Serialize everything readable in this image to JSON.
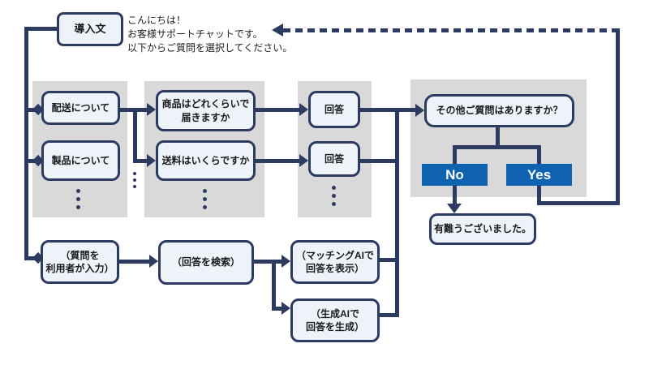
{
  "intro": {
    "box": "導入文",
    "message": "こんにちは！\nお客様サポートチャットです。\n以下からご質問を選択してください。"
  },
  "category_column": {
    "items": [
      {
        "label": "配送について"
      },
      {
        "label": "製品について"
      }
    ]
  },
  "question_column": {
    "items": [
      {
        "label": "商品はどれくらいで\n届きますか"
      },
      {
        "label": "送料はいくらですか"
      }
    ]
  },
  "answer_column": {
    "items": [
      {
        "label": "回答"
      },
      {
        "label": "回答"
      }
    ]
  },
  "followup": {
    "question": "その他ご質問はありますか？",
    "no": "No",
    "yes": "Yes",
    "thanks": "有難うございました。"
  },
  "free_input_flow": {
    "user_input": "（質問を\n利用者が入力）",
    "search": "（回答を検索）",
    "matching_ai": "（マッチングAIで\n回答を表示）",
    "generative_ai": "（生成AIで\n回答を生成）"
  },
  "colors": {
    "navy": "#2d3b61",
    "box_fill": "#edf3f8",
    "panel_gray": "#d9d9d9",
    "button_blue": "#0f62b0"
  }
}
